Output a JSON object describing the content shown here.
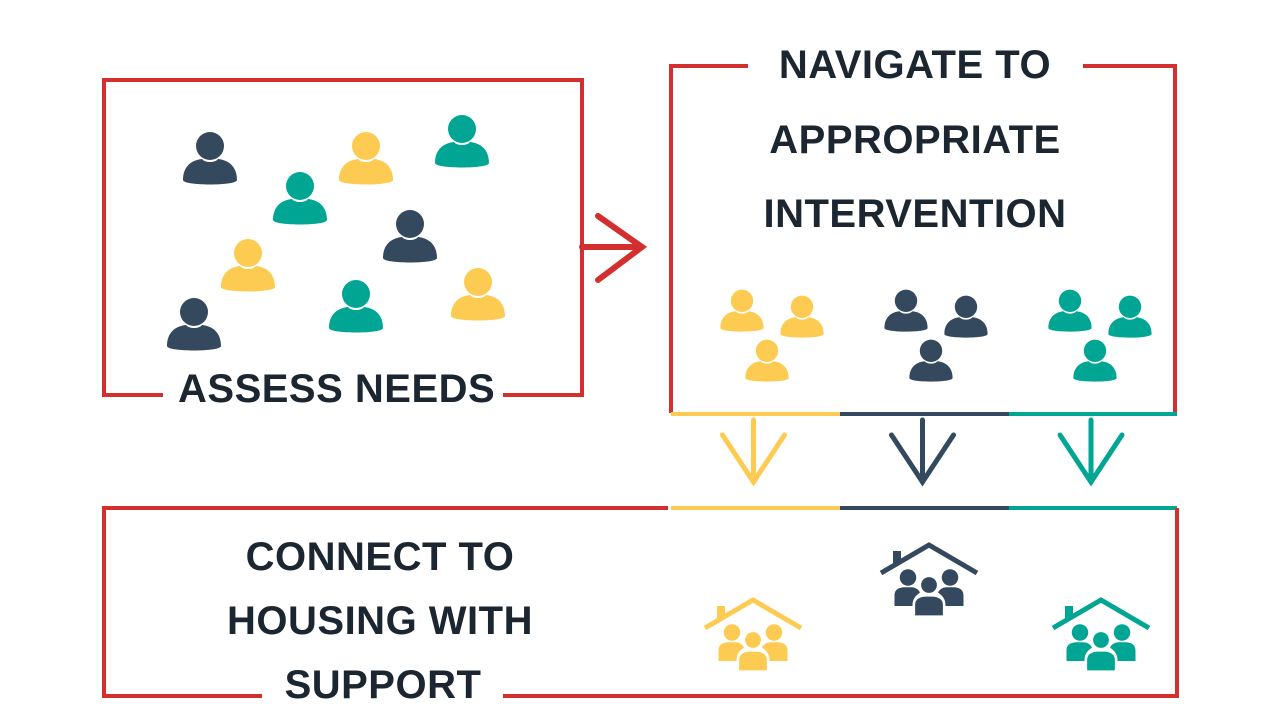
{
  "colors": {
    "frame": "#d32f2f",
    "navy": "#34495e",
    "yellow": "#fdcb52",
    "teal": "#00a693",
    "text": "#1b2631"
  },
  "steps": {
    "assess": {
      "title": "ASSESS NEEDS"
    },
    "navigate": {
      "line1": "NAVIGATE TO",
      "line2": "APPROPRIATE",
      "line3": "INTERVENTION"
    },
    "connect": {
      "line1": "CONNECT TO",
      "line2": "HOUSING WITH",
      "line3": "SUPPORT"
    }
  },
  "assess_people": [
    {
      "color": "navy"
    },
    {
      "color": "yellow"
    },
    {
      "color": "teal"
    },
    {
      "color": "teal"
    },
    {
      "color": "navy"
    },
    {
      "color": "yellow"
    },
    {
      "color": "navy"
    },
    {
      "color": "teal"
    },
    {
      "color": "yellow"
    }
  ],
  "pathways": [
    {
      "color": "yellow",
      "group_size": 3,
      "icon": "house-family-icon"
    },
    {
      "color": "navy",
      "group_size": 3,
      "icon": "house-family-icon"
    },
    {
      "color": "teal",
      "group_size": 3,
      "icon": "house-family-icon"
    }
  ]
}
